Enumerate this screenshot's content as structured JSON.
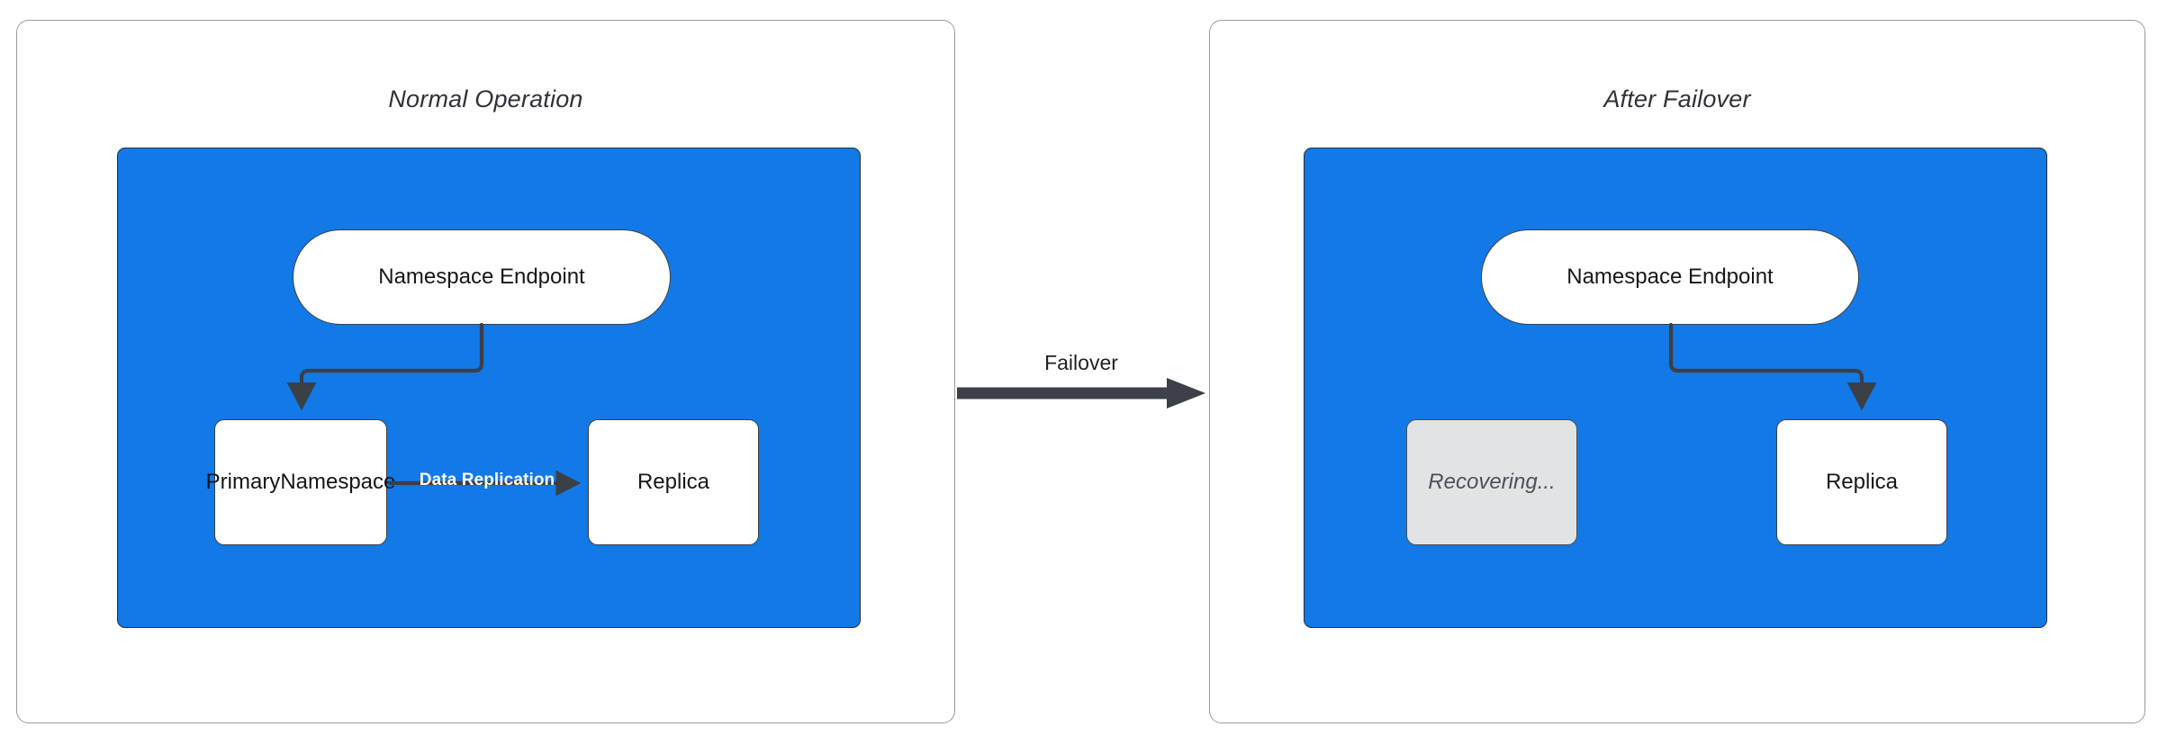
{
  "diagram": {
    "type": "flow-diagram",
    "title": "Namespace failover comparison",
    "colors": {
      "zone_blue": "#1279e6",
      "node_white": "#ffffff",
      "node_muted_gray": "#e1e3e5",
      "stroke_dark": "#3b3f46",
      "panel_border": "#9a9a9a",
      "text_dark": "#15171a",
      "label_on_blue": "#ffffff"
    }
  },
  "panels": {
    "left": {
      "title": "Normal Operation",
      "zone": {
        "nodes": {
          "endpoint": {
            "label": "Namespace Endpoint",
            "shape": "pill",
            "state": "active"
          },
          "primary": {
            "label": "Primary\nNamespace",
            "line1": "Primary",
            "line2": "Namespace",
            "shape": "rect",
            "state": "active"
          },
          "replica": {
            "label": "Replica",
            "shape": "rect",
            "state": "active"
          }
        },
        "edges": [
          {
            "from": "endpoint",
            "to": "primary",
            "label": "",
            "style": "elbow-arrow"
          },
          {
            "from": "primary",
            "to": "replica",
            "label": "Data Replication",
            "style": "straight-arrow"
          }
        ]
      }
    },
    "right": {
      "title": "After Failover",
      "zone": {
        "nodes": {
          "endpoint": {
            "label": "Namespace Endpoint",
            "shape": "pill",
            "state": "active"
          },
          "recovering": {
            "label": "Recovering...",
            "shape": "rect",
            "state": "recovering"
          },
          "replica": {
            "label": "Replica",
            "shape": "rect",
            "state": "promoted"
          }
        },
        "edges": [
          {
            "from": "endpoint",
            "to": "replica",
            "label": "",
            "style": "elbow-arrow"
          }
        ]
      }
    }
  },
  "transition": {
    "label": "Failover",
    "direction": "left-to-right",
    "style": "thick-arrow"
  }
}
